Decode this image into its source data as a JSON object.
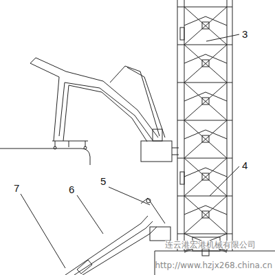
{
  "diagram": {
    "labels": [
      "3",
      "4",
      "5",
      "6",
      "7",
      "连云港宏港机械有限公司",
      "http://www.hzjx268.china.cn"
    ]
  }
}
